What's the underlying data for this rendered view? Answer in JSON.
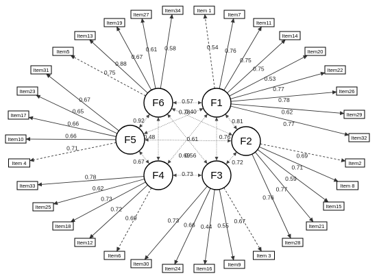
{
  "factors": [
    {
      "id": "F1",
      "label": "F1"
    },
    {
      "id": "F2",
      "label": "F2"
    },
    {
      "id": "F3",
      "label": "F3"
    },
    {
      "id": "F4",
      "label": "F4"
    },
    {
      "id": "F5",
      "label": "F5"
    },
    {
      "id": "F6",
      "label": "F6"
    }
  ],
  "items": [
    {
      "id": "i1",
      "label": "Item 1",
      "factor": "F1",
      "loading": "0.54",
      "dashed": true
    },
    {
      "id": "i7",
      "label": "Item7",
      "factor": "F1",
      "loading": "0.76",
      "dashed": false
    },
    {
      "id": "i11",
      "label": "Item11",
      "factor": "F1",
      "loading": "0.75",
      "dashed": false
    },
    {
      "id": "i14",
      "label": "Item14",
      "factor": "F1",
      "loading": "0.75",
      "dashed": false
    },
    {
      "id": "i20",
      "label": "Item20",
      "factor": "F1",
      "loading": "0.53",
      "dashed": false
    },
    {
      "id": "i22",
      "label": "Item22",
      "factor": "F1",
      "loading": "0.77",
      "dashed": false
    },
    {
      "id": "i26",
      "label": "Item26",
      "factor": "F1",
      "loading": "0.78",
      "dashed": false
    },
    {
      "id": "i29",
      "label": "Item29",
      "factor": "F1",
      "loading": "0.62",
      "dashed": false
    },
    {
      "id": "i32",
      "label": "Item32",
      "factor": "F1",
      "loading": "0.77",
      "dashed": false
    },
    {
      "id": "i2",
      "label": "Item2",
      "factor": "F2",
      "loading": "0.69",
      "dashed": true
    },
    {
      "id": "i8",
      "label": "Item 8",
      "factor": "F2",
      "loading": "0.71",
      "dashed": false
    },
    {
      "id": "i15",
      "label": "Item15",
      "factor": "F2",
      "loading": "0.59",
      "dashed": false
    },
    {
      "id": "i21",
      "label": "Item21",
      "factor": "F2",
      "loading": "0.77",
      "dashed": false
    },
    {
      "id": "i28",
      "label": "Item28",
      "factor": "F2",
      "loading": "0.76",
      "dashed": false
    },
    {
      "id": "i3",
      "label": "Item 3",
      "factor": "F3",
      "loading": "0.67",
      "dashed": true
    },
    {
      "id": "i9",
      "label": "Item9",
      "factor": "F3",
      "loading": "0.55",
      "dashed": false
    },
    {
      "id": "i16",
      "label": "Item16",
      "factor": "F3",
      "loading": "0.44",
      "dashed": false
    },
    {
      "id": "i24",
      "label": "Item24",
      "factor": "F3",
      "loading": "0.66",
      "dashed": false
    },
    {
      "id": "i30",
      "label": "Item30",
      "factor": "F3",
      "loading": "0.73",
      "dashed": false
    },
    {
      "id": "i6",
      "label": "Item6",
      "factor": "F4",
      "loading": "0.69",
      "dashed": true
    },
    {
      "id": "i12",
      "label": "Item12",
      "factor": "F4",
      "loading": "0.72",
      "dashed": false
    },
    {
      "id": "i18",
      "label": "Item18",
      "factor": "F4",
      "loading": "0.73",
      "dashed": false
    },
    {
      "id": "i25",
      "label": "Item25",
      "factor": "F4",
      "loading": "0.62",
      "dashed": false
    },
    {
      "id": "i33",
      "label": "Item33",
      "factor": "F4",
      "loading": "0.78",
      "dashed": false
    },
    {
      "id": "i4",
      "label": "Item 4",
      "factor": "F5",
      "loading": "0.71",
      "dashed": true
    },
    {
      "id": "i10",
      "label": "Item10",
      "factor": "F5",
      "loading": "0.66",
      "dashed": false
    },
    {
      "id": "i17",
      "label": "Item17",
      "factor": "F5",
      "loading": "0.66",
      "dashed": false
    },
    {
      "id": "i23",
      "label": "Item23",
      "factor": "F5",
      "loading": "0.65",
      "dashed": false
    },
    {
      "id": "i31",
      "label": "Item31",
      "factor": "F5",
      "loading": "0.67",
      "dashed": false
    },
    {
      "id": "i5",
      "label": "Item5",
      "factor": "F6",
      "loading": "0.75",
      "dashed": true
    },
    {
      "id": "i13",
      "label": "Item13",
      "factor": "F6",
      "loading": "0.88",
      "dashed": false
    },
    {
      "id": "i19",
      "label": "Item19",
      "factor": "F6",
      "loading": "0.67",
      "dashed": false
    },
    {
      "id": "i27",
      "label": "Item27",
      "factor": "F6",
      "loading": "0.61",
      "dashed": false
    },
    {
      "id": "i34",
      "label": "Item34",
      "factor": "F6",
      "loading": "0.58",
      "dashed": false
    }
  ],
  "correlations": [
    {
      "from": "F6",
      "to": "F1",
      "value": "0.57"
    },
    {
      "from": "F1",
      "to": "F2",
      "value": "0.81"
    },
    {
      "from": "F4",
      "to": "F3",
      "value": "0.73"
    },
    {
      "from": "F2",
      "to": "F3",
      "value": "0.72"
    },
    {
      "from": "F6",
      "to": "F5",
      "value": "0.92"
    },
    {
      "from": "F5",
      "to": "F4",
      "value": "0.67"
    },
    {
      "from": "F5",
      "to": "F2",
      "value": "0.61"
    },
    {
      "from": "F6",
      "to": "F4",
      "value": "0.48"
    },
    {
      "from": "F1",
      "to": "F3",
      "value": "0.76"
    },
    {
      "from": "F6",
      "to": "F2",
      "value": "0.78"
    },
    {
      "from": "F1",
      "to": "F5",
      "value": "0.40"
    },
    {
      "from": "F6",
      "to": "F3",
      "value": "0.56"
    },
    {
      "from": "F1",
      "to": "F4",
      "value": "0.69"
    }
  ]
}
